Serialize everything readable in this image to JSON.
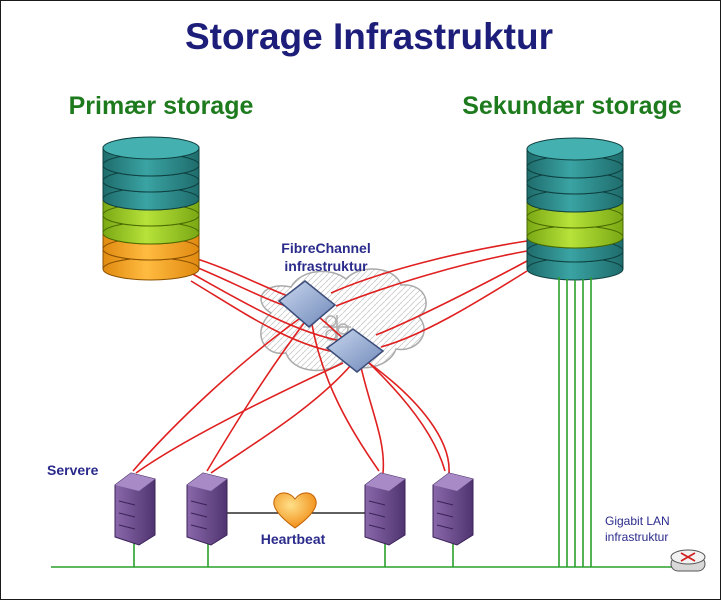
{
  "title": "Storage Infrastruktur",
  "primary_label": "Primær storage",
  "secondary_label": "Sekundær storage",
  "fc_label_line1": "FibreChannel",
  "fc_label_line2": "infrastruktur",
  "servers_label": "Servere",
  "heartbeat_label": "Heartbeat",
  "lan_label_line1": "Gigabit LAN",
  "lan_label_line2": "infrastruktur",
  "colors": {
    "title": "#1d1d7a",
    "section": "#1d7a1d",
    "label": "#2b2b8c",
    "disk_teal": "#2e8a8a",
    "disk_green": "#9ccc1e",
    "disk_orange": "#f5a21c",
    "fc_link": "#e02020",
    "lan_link": "#2aa02a",
    "server": "#6e4a8e"
  },
  "icons": {
    "storage": "disk-stack-icon",
    "switch": "fc-switch-icon",
    "server": "server-tower-icon",
    "heartbeat": "heart-icon",
    "router": "router-icon",
    "cloud": "cloud-icon"
  }
}
